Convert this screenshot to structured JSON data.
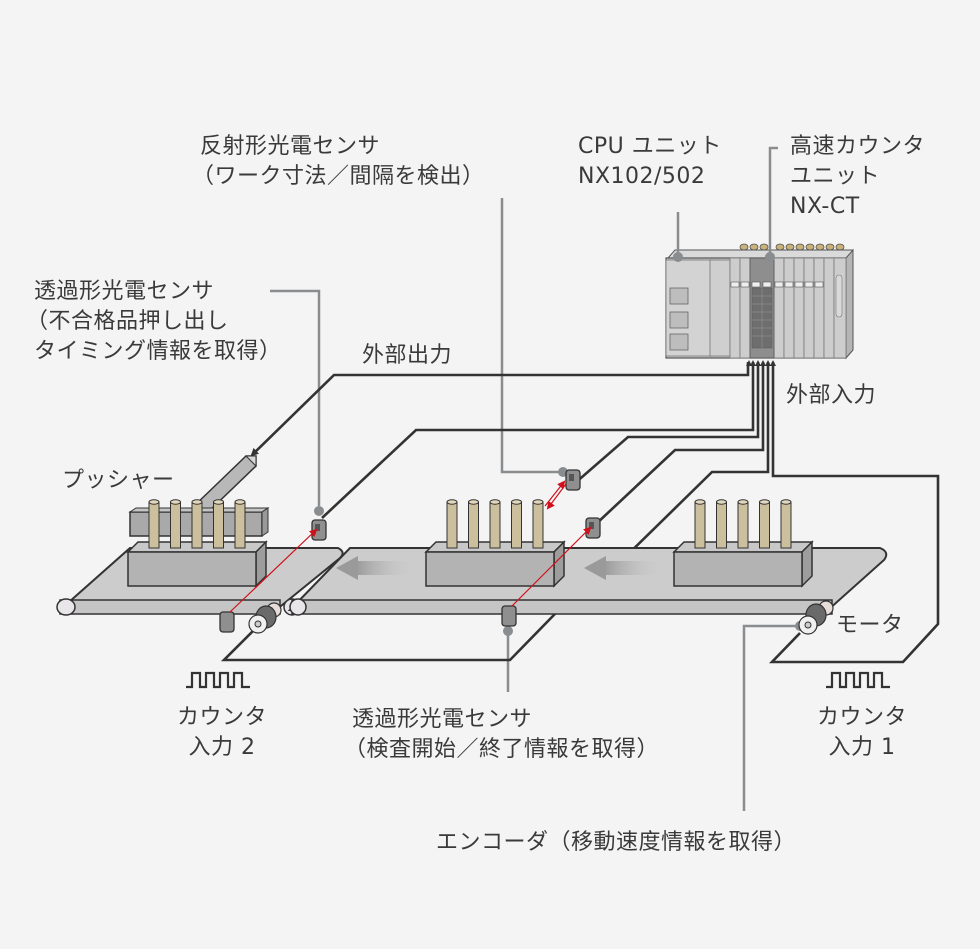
{
  "labels": {
    "reflective_sensor": {
      "line1": "反射形光電センサ",
      "line2": "（ワーク寸法／間隔を検出）"
    },
    "cpu_unit": {
      "line1": "CPU ユニット",
      "line2": "NX102/502"
    },
    "counter_unit": {
      "line1": "高速カウンタ",
      "line2": "ユニット",
      "line3": "NX-CT"
    },
    "through_beam_reject": {
      "line1": "透過形光電センサ",
      "line2": "（不合格品押し出し",
      "line3": "タイミング情報を取得）"
    },
    "external_output": "外部出力",
    "external_input": "外部入力",
    "pusher": "プッシャー",
    "motor": "モータ",
    "counter_input_2": {
      "line1": "カウンタ",
      "line2": "入力 2"
    },
    "counter_input_1": {
      "line1": "カウンタ",
      "line2": "入力 1"
    },
    "through_beam_inspect": {
      "line1": "透過形光電センサ",
      "line2": "（検査開始／終了情報を取得）"
    },
    "encoder": "エンコーダ（移動速度情報を取得）"
  },
  "colors": {
    "background": "#f4f4f4",
    "wire": "#333333",
    "leader": "#8a8d8f",
    "beam": "#d0101a",
    "conveyor": "#cccccc",
    "block": "#b3b3b3",
    "work_piece": "#cbbf9d",
    "plc_body": "#c8c8c8",
    "plc_highlight": "#8e8e8e"
  },
  "icons": {
    "pulse_train_1": "pulse-waveform-icon",
    "pulse_train_2": "pulse-waveform-icon",
    "flow_arrow": "arrow-left-icon"
  }
}
